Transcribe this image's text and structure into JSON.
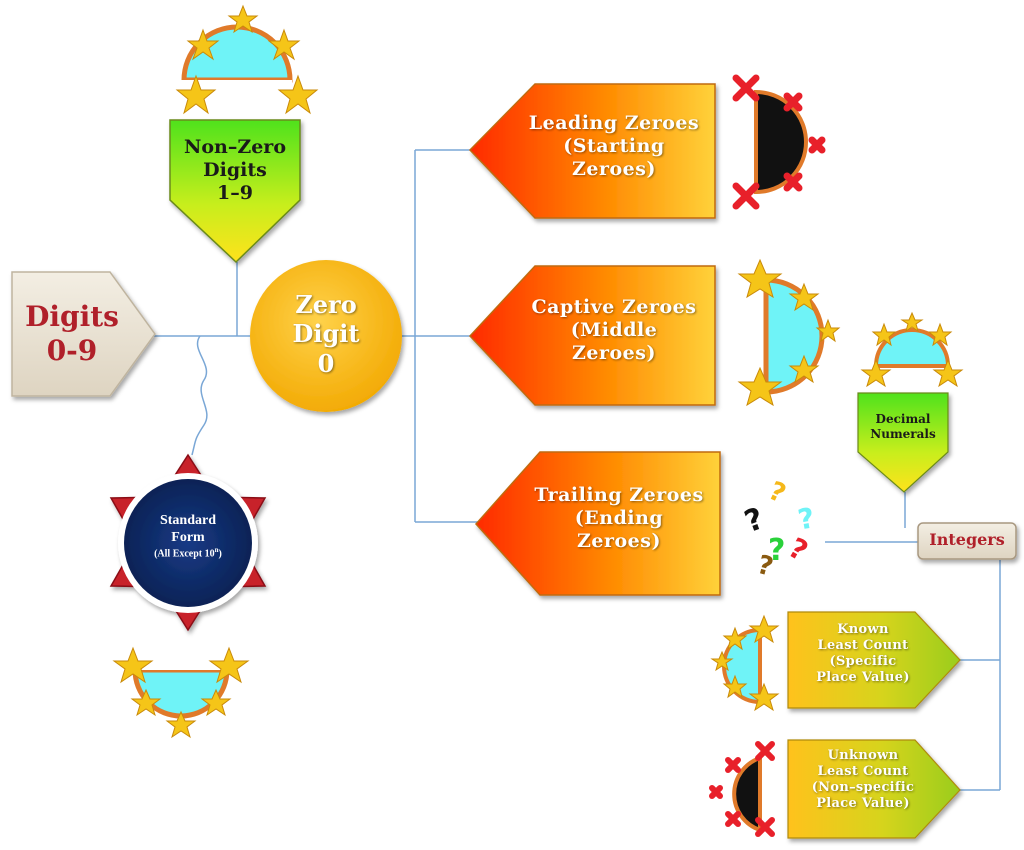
{
  "root": {
    "line1": "Digits",
    "line2": "0-9"
  },
  "non_zero": {
    "line1": "Non–Zero",
    "line2": "Digits",
    "line3": "1–9"
  },
  "zero": {
    "line1": "Zero",
    "line2": "Digit",
    "line3": "0"
  },
  "standard_form": {
    "line1": "Standard",
    "line2": "Form",
    "line3": "(All Except 10",
    "sup": "n",
    "line3_end": ")"
  },
  "leading": {
    "line1": "Leading Zeroes",
    "line2": "(Starting",
    "line3": "Zeroes)"
  },
  "captive": {
    "line1": "Captive Zeroes",
    "line2": "(Middle",
    "line3": "Zeroes)"
  },
  "trailing": {
    "line1": "Trailing Zeroes",
    "line2": "(Ending",
    "line3": "Zeroes)"
  },
  "decimal": {
    "line1": "Decimal",
    "line2": "Numerals"
  },
  "integers": {
    "label": "Integers"
  },
  "known": {
    "line1": "Known",
    "line2": "Least Count",
    "line3": "(Specific",
    "line4": "Place Value)"
  },
  "unknown": {
    "line1": "Unknown",
    "line2": "Least Count",
    "line3": "(Non–specific",
    "line4": "Place Value)"
  },
  "colors": {
    "connector": "#7aa7d6",
    "red_text": "#b0202a",
    "star": "#f5c518",
    "cyan": "#6ff3f7",
    "orange_ring": "#e07a2a",
    "cross": "#e8202a",
    "navy": "#0d2a66"
  }
}
